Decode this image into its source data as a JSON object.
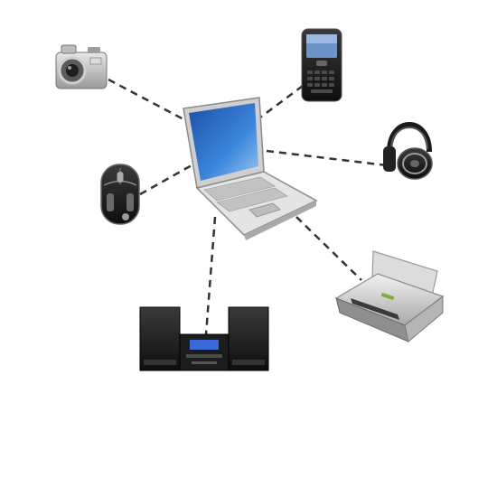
{
  "diagram": {
    "center": {
      "icon": "laptop-icon",
      "screen_color": "#2f6fc8"
    },
    "devices": [
      {
        "key": "camera",
        "icon": "digital-camera-icon"
      },
      {
        "key": "phone",
        "icon": "smartphone-icon"
      },
      {
        "key": "headphones",
        "icon": "headphones-icon"
      },
      {
        "key": "mouse",
        "icon": "wireless-mouse-icon"
      },
      {
        "key": "printer",
        "icon": "printer-icon"
      },
      {
        "key": "stereo",
        "icon": "stereo-system-icon"
      }
    ],
    "link_style": "dashed",
    "colors": {
      "link": "#333333",
      "device_dark": "#1a1a1a",
      "device_silver": "#b9b9b9",
      "stereo_display": "#3a68d8"
    }
  }
}
